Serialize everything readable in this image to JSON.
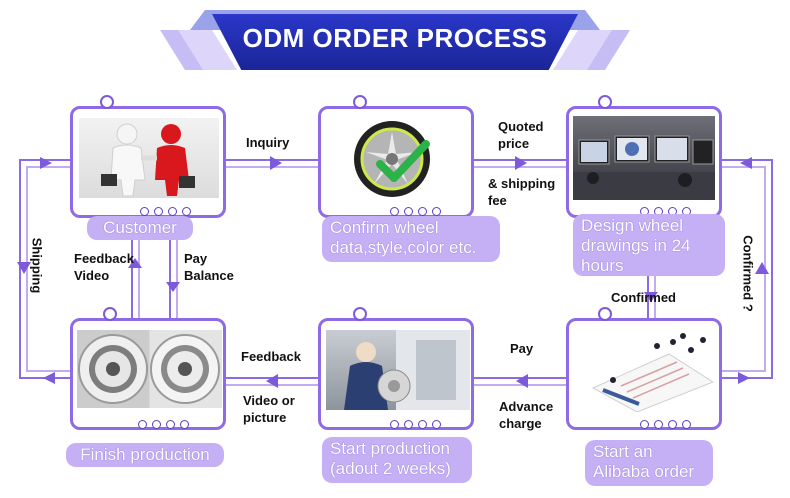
{
  "title": "ODM ORDER  PROCESS",
  "steps": {
    "customer": "Customer",
    "confirm": "Confirm wheel data,style,color etc.",
    "design": "Design wheel drawings in 24 hours",
    "finish": "Finish  production",
    "start_production": "Start production (adout 2 weeks)",
    "start_order": "Start an Alibaba order"
  },
  "connectors": {
    "inquiry": "Inquiry",
    "quoted": "Quoted price",
    "shipping_fee": "& shipping fee",
    "confirmed_q": "Confirmed ?",
    "confirmed": "Confirmed",
    "pay": "Pay",
    "advance": "Advance charge",
    "feedback": "Feedback",
    "video_picture": "Video or picture",
    "feedback_video": "Feedback Video",
    "pay_balance": "Pay Balance",
    "shipping": "Shipping"
  },
  "colors": {
    "banner": "#1f2aa8",
    "frame": "#8f6ae6",
    "pill": "#c5b0f5",
    "line": "#8b6ae3"
  }
}
